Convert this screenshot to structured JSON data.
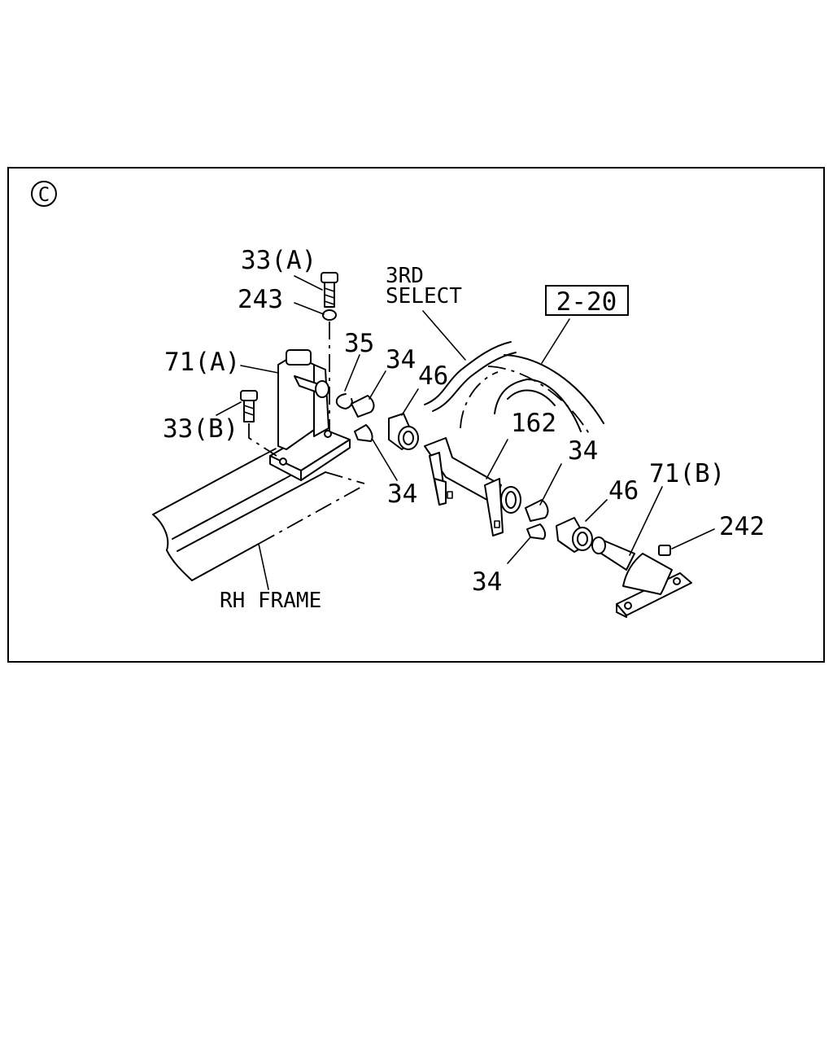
{
  "diagram": {
    "section_marker": "C",
    "reference_box": "2-20",
    "labels": {
      "bolt_a": "33(A)",
      "washer": "243",
      "bracket_a": "71(A)",
      "bolt_b": "33(B)",
      "snap_ring": "35",
      "bushing_upper_left": "34",
      "bushing_lower_left": "34",
      "rubber_left": "46",
      "shaft": "162",
      "bushing_upper_right": "34",
      "bushing_lower_right": "34",
      "rubber_right": "46",
      "bracket_b": "71(B)",
      "grease_nipple": "242",
      "third_select_line1": "3RD",
      "third_select_line2": "SELECT",
      "rh_frame": "RH FRAME"
    }
  }
}
